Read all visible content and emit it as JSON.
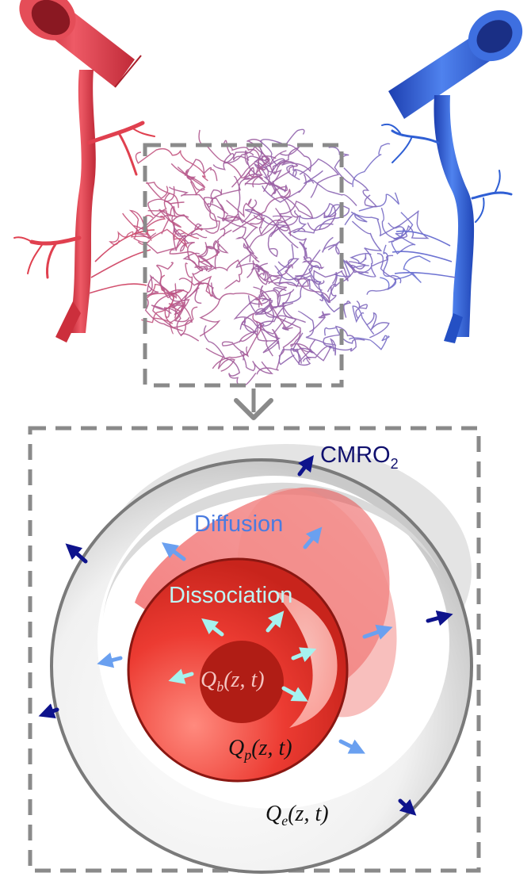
{
  "labels": {
    "cmro2": "CMRO",
    "cmro2_sub": "2",
    "diffusion": "Diffusion",
    "dissociation": "Dissociation",
    "qb": {
      "sym": "Q",
      "sub": "b",
      "args": "(z, t)"
    },
    "qp": {
      "sym": "Q",
      "sub": "p",
      "args": "(z, t)"
    },
    "qe": {
      "sym": "Q",
      "sub": "e",
      "args": "(z, t)"
    }
  },
  "colors": {
    "artery": "#e0404f",
    "vein": "#2f5fd4",
    "capillary_start": "#d2506e",
    "capillary_end": "#6f70d0",
    "dashed_box": "#8a8a8a",
    "cmro2_text": "#10106e",
    "diffusion_text": "#4a7be0",
    "dissociation_text": "#bff5f5",
    "arrow_dark": "#0e138c",
    "arrow_light": "#6aa0f0",
    "arrow_cyan": "#a6f2ef"
  },
  "icons": {
    "zoom_arrow": "chevron-down-icon"
  }
}
